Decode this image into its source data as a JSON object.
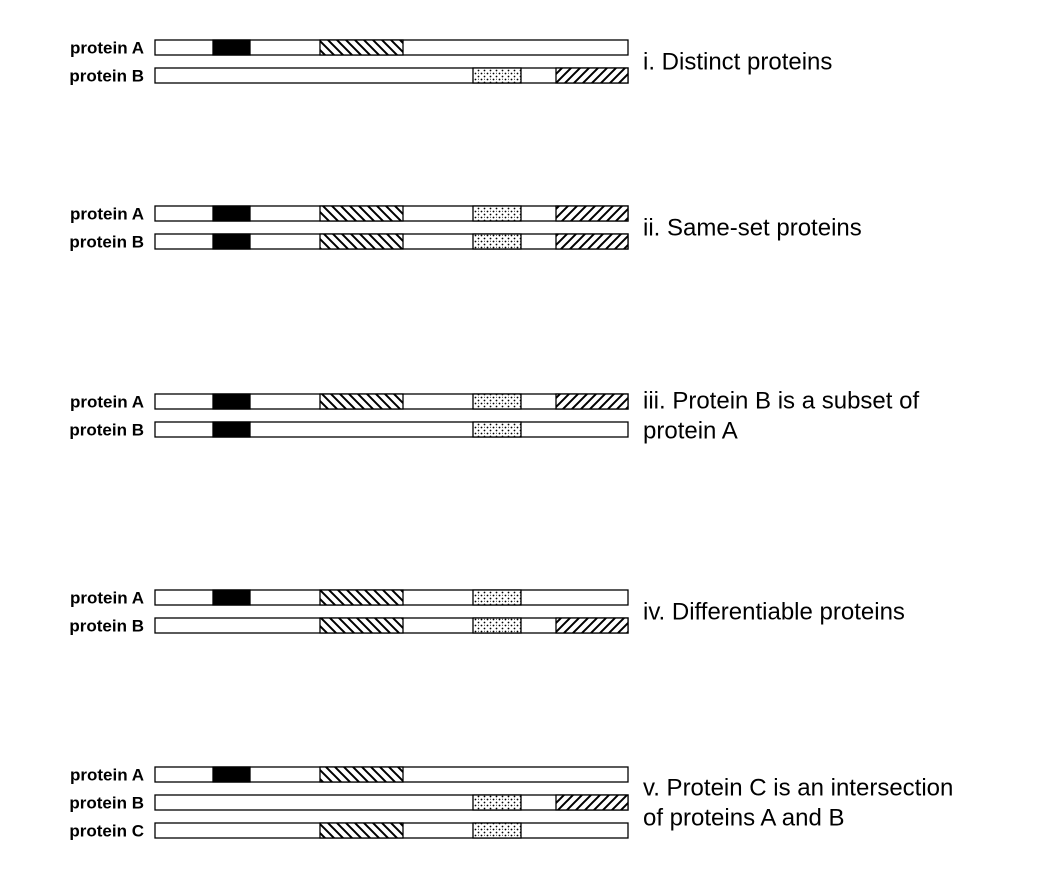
{
  "patterns": {
    "solid": {
      "name": "solid-black-domain",
      "color": "#000000"
    },
    "backslash": {
      "name": "backslash-hatch-domain",
      "color": "#000000"
    },
    "dots": {
      "name": "dotted-domain",
      "color": "#000000"
    },
    "forward": {
      "name": "forward-hatch-domain",
      "color": "#000000"
    }
  },
  "panels": [
    {
      "id": "i",
      "caption": [
        "i. Distinct proteins"
      ],
      "proteins": [
        {
          "label": "protein A",
          "domains": [
            "solid",
            "backslash"
          ]
        },
        {
          "label": "protein B",
          "domains": [
            "dots",
            "forward"
          ]
        }
      ]
    },
    {
      "id": "ii",
      "caption": [
        "ii. Same-set proteins"
      ],
      "proteins": [
        {
          "label": "protein A",
          "domains": [
            "solid",
            "backslash",
            "dots",
            "forward"
          ]
        },
        {
          "label": "protein B",
          "domains": [
            "solid",
            "backslash",
            "dots",
            "forward"
          ]
        }
      ]
    },
    {
      "id": "iii",
      "caption": [
        "iii. Protein B is a subset of",
        "protein A"
      ],
      "proteins": [
        {
          "label": "protein A",
          "domains": [
            "solid",
            "backslash",
            "dots",
            "forward"
          ]
        },
        {
          "label": "protein B",
          "domains": [
            "solid",
            "dots"
          ]
        }
      ]
    },
    {
      "id": "iv",
      "caption": [
        "iv. Differentiable proteins"
      ],
      "proteins": [
        {
          "label": "protein A",
          "domains": [
            "solid",
            "backslash",
            "dots"
          ]
        },
        {
          "label": "protein B",
          "domains": [
            "backslash",
            "dots",
            "forward"
          ]
        }
      ]
    },
    {
      "id": "v",
      "caption": [
        "v. Protein C is an intersection",
        "of proteins A and B"
      ],
      "proteins": [
        {
          "label": "protein A",
          "domains": [
            "solid",
            "backslash"
          ]
        },
        {
          "label": "protein B",
          "domains": [
            "dots",
            "forward"
          ]
        },
        {
          "label": "protein C",
          "domains": [
            "backslash",
            "dots"
          ]
        }
      ]
    }
  ]
}
